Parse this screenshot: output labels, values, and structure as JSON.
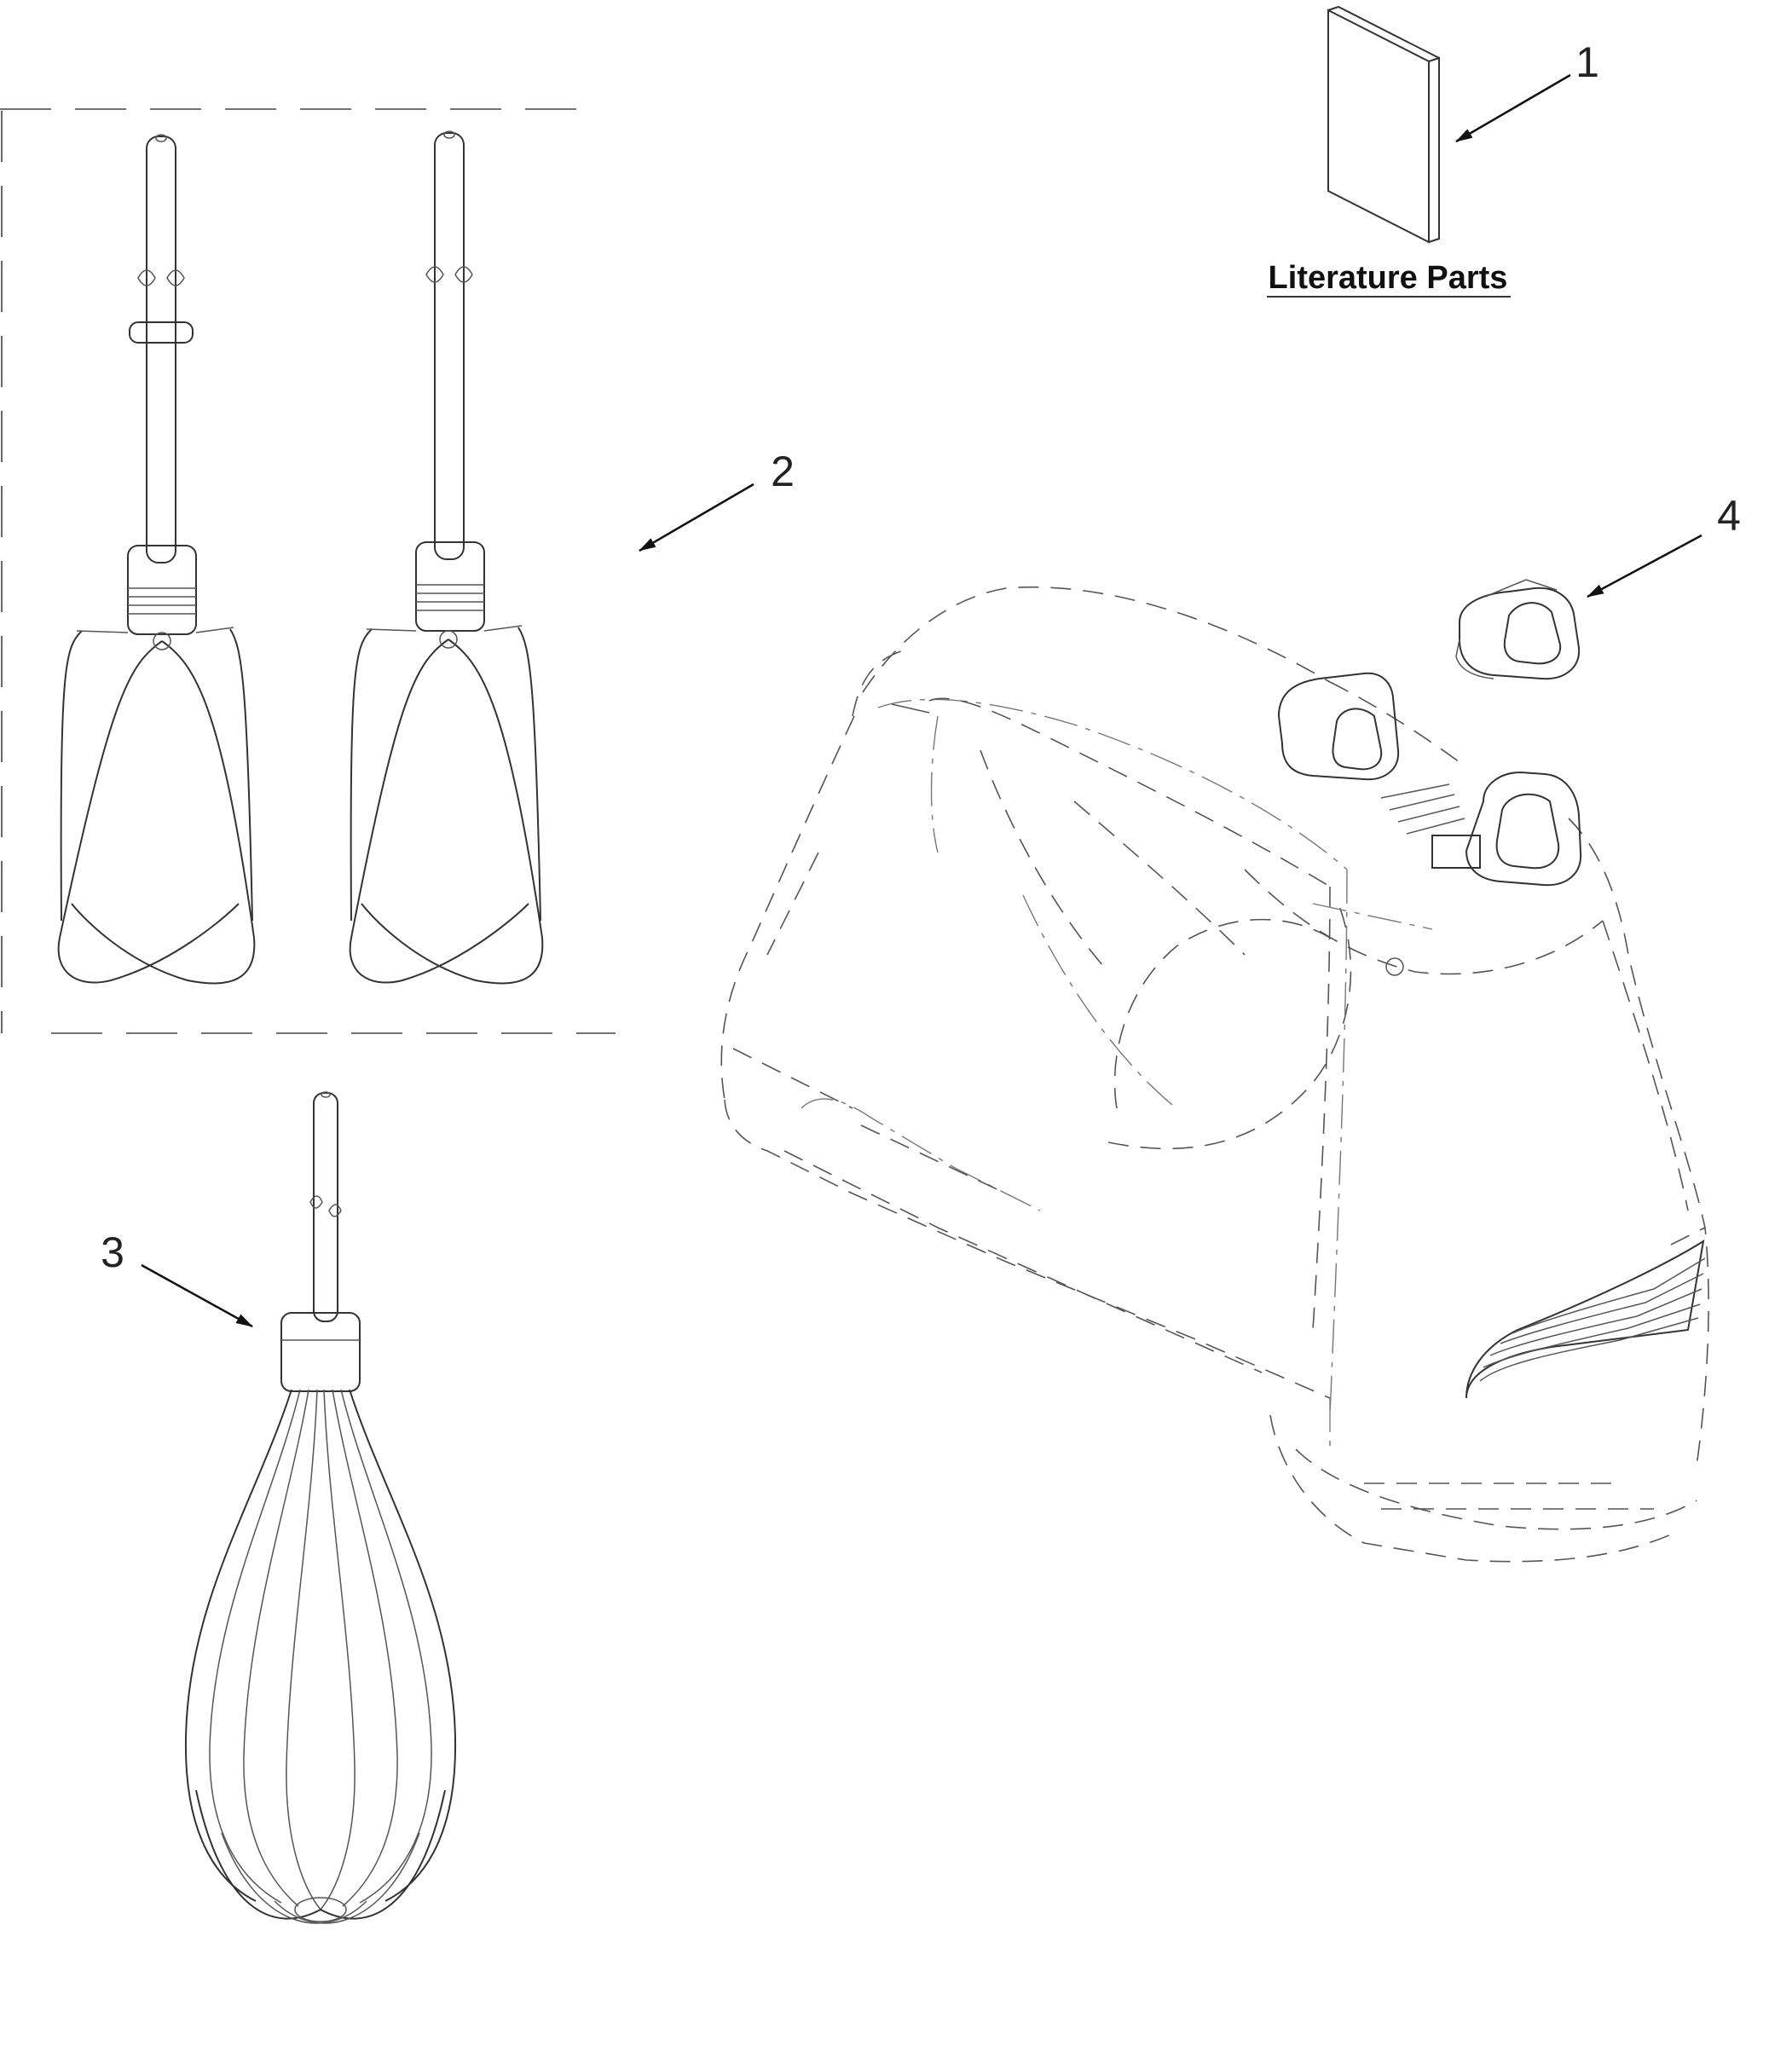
{
  "callouts": {
    "c1": "1",
    "c2": "2",
    "c3": "3",
    "c4": "4"
  },
  "literature": {
    "label": "Literature Parts"
  }
}
